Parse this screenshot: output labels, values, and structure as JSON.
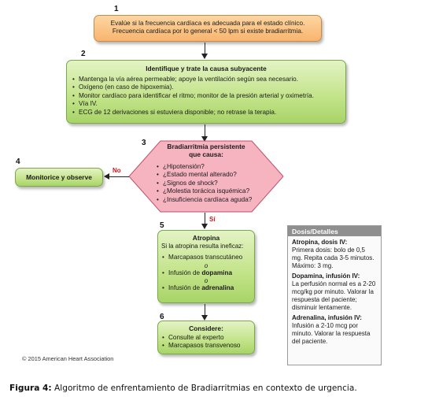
{
  "steps": {
    "s1": {
      "number": "1",
      "lines": [
        "Evalúe si la frecuencia cardíaca es adecuada para el estado clínico.",
        "Frecuencia cardíaca por lo general < 50 lpm si existe bradiarritmia."
      ]
    },
    "s2": {
      "number": "2",
      "title": "Identifique y trate la causa subyacente",
      "bullets": [
        "Mantenga la vía aérea permeable; apoye la ventilación según sea necesario.",
        "Oxígeno (en caso de hipoxemia).",
        "Monitor cardíaco para identificar el ritmo; monitor de la presión arterial y oximetría.",
        "Vía IV.",
        "ECG de 12 derivaciones si estuviera disponible; no retrase la terapia."
      ]
    },
    "s3": {
      "number": "3",
      "title_line1": "Bradiarritmia persistente",
      "title_line2": "que causa:",
      "bullets": [
        "¿Hipotensión?",
        "¿Estado mental alterado?",
        "¿Signos de shock?",
        "¿Molestia torácica isquémica?",
        "¿Insuficiencia cardíaca aguda?"
      ],
      "no_label": "No",
      "yes_label": "Sí"
    },
    "s4": {
      "number": "4",
      "label": "Monitorice y observe"
    },
    "s5": {
      "number": "5",
      "title": "Atropina",
      "subtitle": "Si la atropina resulta ineficaz:",
      "item1": "Marcapasos transcutáneo",
      "or1": "o",
      "item2_prefix": "Infusión de ",
      "item2_bold": "dopamina",
      "or2": "o",
      "item3_prefix": "Infusión de ",
      "item3_bold": "adrenalina"
    },
    "s6": {
      "number": "6",
      "title": "Considere:",
      "bullets": [
        "Consulte al experto",
        "Marcapasos transvenoso"
      ]
    }
  },
  "dosis": {
    "header": "Dosis/Detalles",
    "items": [
      {
        "term": "Atropina, dosis IV:",
        "desc": "Primera dosis: bolo de 0,5 mg. Repita cada 3-5 minutos. Máximo: 3 mg."
      },
      {
        "term": "Dopamina, infusión IV:",
        "desc": "La perfusión normal es a 2-20 mcg/kg por minuto. Valorar la respuesta del paciente; disminuir lentamente."
      },
      {
        "term": "Adrenalina, infusión IV:",
        "desc": "Infusión a 2-10 mcg por minuto. Valorar la respuesta del paciente."
      }
    ]
  },
  "copyright": "© 2015 American Heart Association",
  "caption": {
    "label": "Figura 4:",
    "text": " Algoritmo de enfrentamiento de Bradiarritmias en contexto de urgencia."
  },
  "colors": {
    "orange_box": "#f8b46e",
    "green_box": "#b5db78",
    "decision_fill": "#f6b4c0",
    "decision_stroke": "#c0506a",
    "yes_no_label": "#d01818",
    "dosis_header": "#8f8f8f"
  }
}
